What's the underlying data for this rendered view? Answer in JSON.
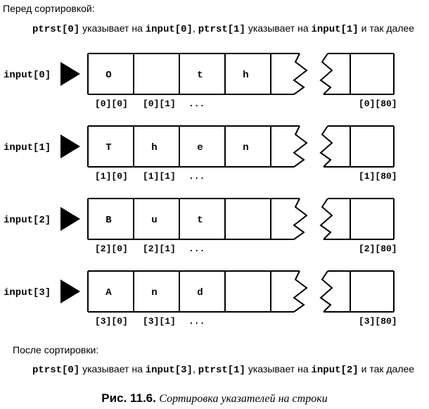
{
  "before_heading": "Перед сортировкой:",
  "before_line": [
    {
      "t": "ptrst[0]",
      "mono": true
    },
    {
      "t": " указывает на ",
      "mono": false
    },
    {
      "t": "input[0]",
      "mono": true
    },
    {
      "t": ", ",
      "mono": false
    },
    {
      "t": "ptrst[1]",
      "mono": true
    },
    {
      "t": " указывает на ",
      "mono": false
    },
    {
      "t": "input[1]",
      "mono": true
    },
    {
      "t": " и так далее",
      "mono": false
    }
  ],
  "rows": [
    {
      "label": "input[0]",
      "cells": [
        "O",
        "",
        "t",
        "h",
        ""
      ],
      "idx": [
        "[0][0]",
        "[0][1]",
        "...",
        "[0][80]"
      ]
    },
    {
      "label": "input[1]",
      "cells": [
        "T",
        "h",
        "e",
        "n",
        ""
      ],
      "idx": [
        "[1][0]",
        "[1][1]",
        "...",
        "[1][80]"
      ]
    },
    {
      "label": "input[2]",
      "cells": [
        "B",
        "u",
        "t",
        "",
        ""
      ],
      "idx": [
        "[2][0]",
        "[2][1]",
        "...",
        "[2][80]"
      ]
    },
    {
      "label": "input[3]",
      "cells": [
        "A",
        "n",
        "d",
        "",
        ""
      ],
      "idx": [
        "[3][0]",
        "[3][1]",
        "...",
        "[3][80]"
      ]
    }
  ],
  "after_heading": "После сортировки:",
  "after_line": [
    {
      "t": "ptrst[0]",
      "mono": true
    },
    {
      "t": " указывает на ",
      "mono": false
    },
    {
      "t": "input[3]",
      "mono": true
    },
    {
      "t": ", ",
      "mono": false
    },
    {
      "t": "ptrst[1]",
      "mono": true
    },
    {
      "t": " указывает на ",
      "mono": false
    },
    {
      "t": "input[2]",
      "mono": true
    },
    {
      "t": " и так далее",
      "mono": false
    }
  ],
  "caption": {
    "number": "Рис. 11.6.",
    "text": "Сортировка указателей на строки"
  }
}
